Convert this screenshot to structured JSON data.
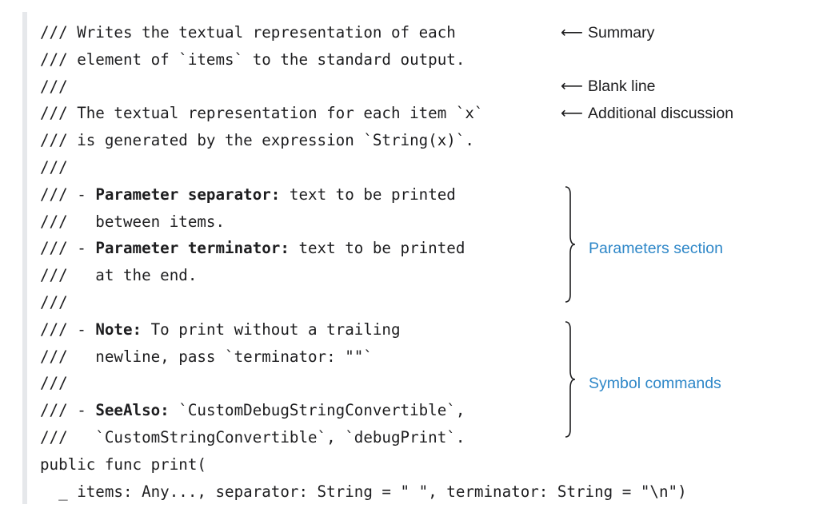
{
  "code": {
    "lines": [
      [
        {
          "t": "/// Writes the textual representation of each"
        }
      ],
      [
        {
          "t": "/// element of `items` to the standard output."
        }
      ],
      [
        {
          "t": "///"
        }
      ],
      [
        {
          "t": "/// The textual representation for each item `x`"
        }
      ],
      [
        {
          "t": "/// is generated by the expression `String(x)`."
        }
      ],
      [
        {
          "t": "///"
        }
      ],
      [
        {
          "t": "/// - "
        },
        {
          "t": "Parameter separator:",
          "b": true
        },
        {
          "t": " text to be printed"
        }
      ],
      [
        {
          "t": "///   between items."
        }
      ],
      [
        {
          "t": "/// - "
        },
        {
          "t": "Parameter terminator:",
          "b": true
        },
        {
          "t": " text to be printed"
        }
      ],
      [
        {
          "t": "///   at the end."
        }
      ],
      [
        {
          "t": "///"
        }
      ],
      [
        {
          "t": "/// - "
        },
        {
          "t": "Note:",
          "b": true
        },
        {
          "t": " To print without a trailing"
        }
      ],
      [
        {
          "t": "///   newline, pass `terminator: \"\"`"
        }
      ],
      [
        {
          "t": "///"
        }
      ],
      [
        {
          "t": "/// - "
        },
        {
          "t": "SeeAlso:",
          "b": true
        },
        {
          "t": " `CustomDebugStringConvertible`,"
        }
      ],
      [
        {
          "t": "///   `CustomStringConvertible`, `debugPrint`."
        }
      ],
      [
        {
          "t": "public func print("
        }
      ],
      [
        {
          "t": "  _ items: Any..., separator: String = \" \", terminator: String = \"\\n\")"
        }
      ]
    ]
  },
  "annotations": {
    "arrow": "⟵",
    "summary": "Summary",
    "blank_line": "Blank line",
    "additional_discussion": "Additional discussion",
    "parameters_section": "Parameters section",
    "symbol_commands": "Symbol commands"
  },
  "colors": {
    "text": "#1d1d1f",
    "accent_blue": "#2e87c8",
    "left_bar": "#e6e8eb",
    "brace": "#1d1d1f"
  }
}
